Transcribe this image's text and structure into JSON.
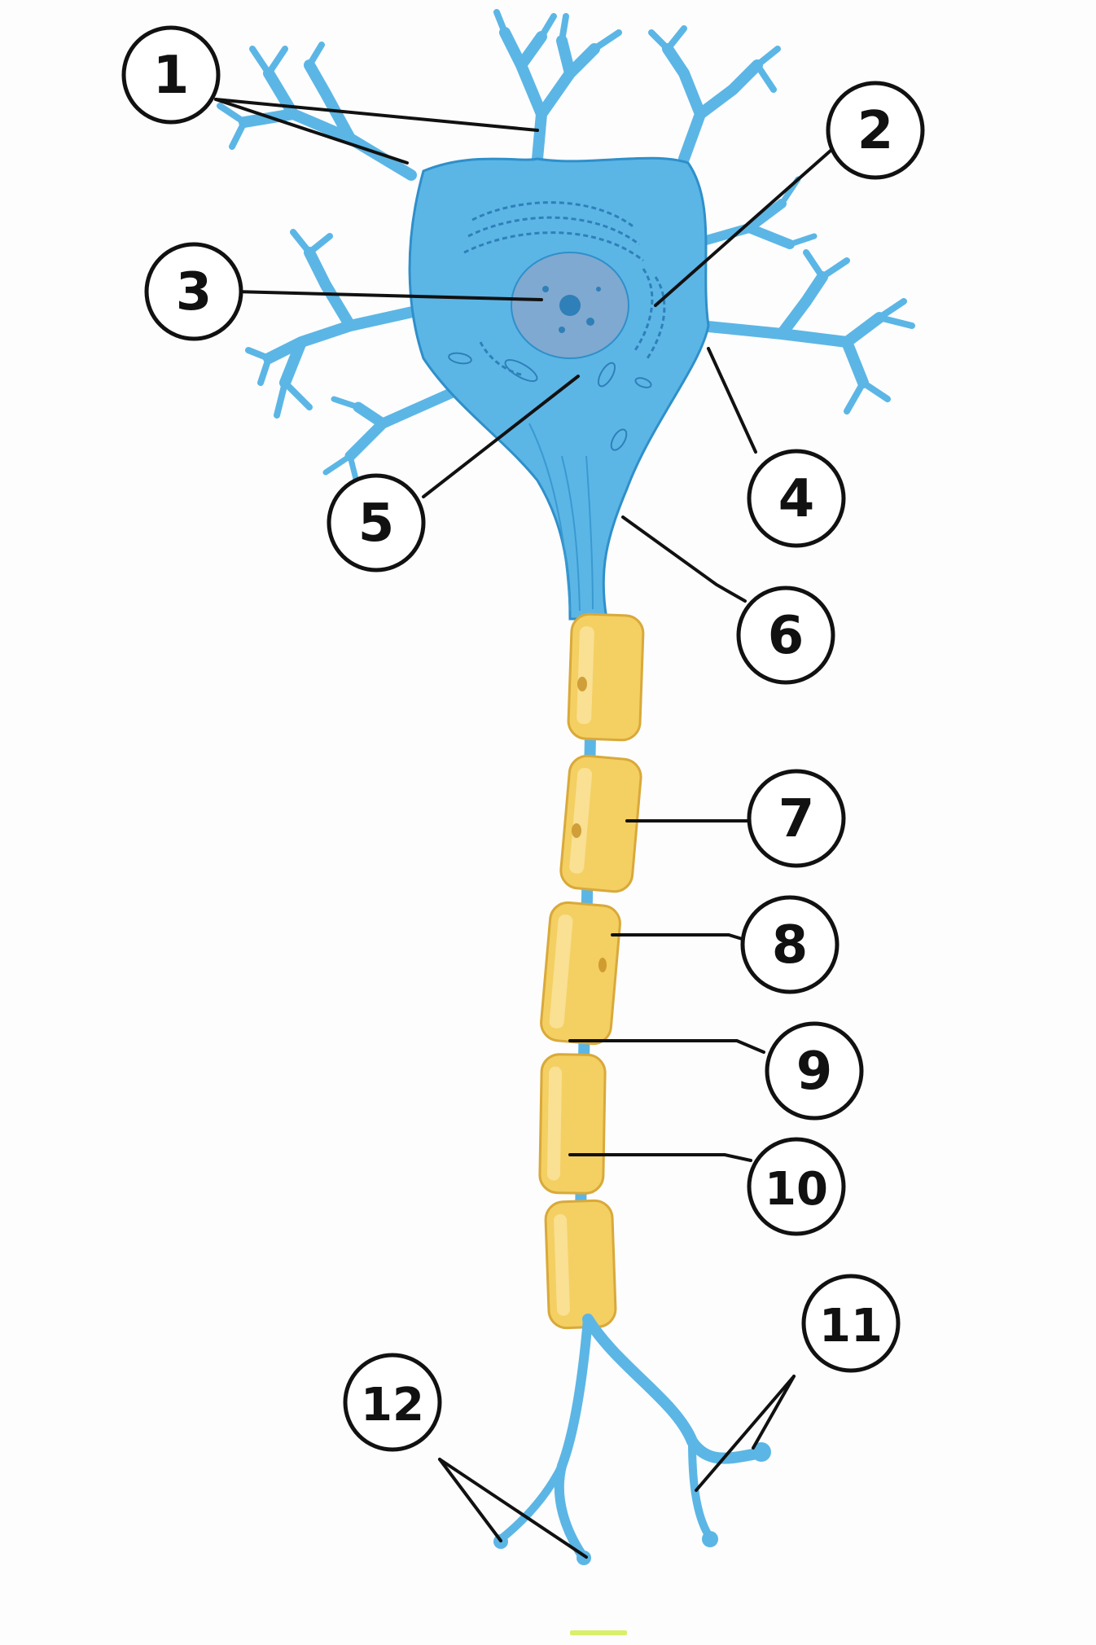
{
  "diagram": {
    "colors": {
      "neuron_fill": "#5bb6e6",
      "neuron_stroke": "#2f8fca",
      "neuron_dark": "#3a99d1",
      "nucleus_fill": "#7fa9d0",
      "organelle": "#2f7fb8",
      "myelin_fill": "#f4cf62",
      "myelin_stroke": "#d9a93a",
      "label_circle_fill": "#ffffff",
      "label_circle_stroke": "#111111",
      "leader_line": "#111111"
    },
    "labels": [
      {
        "id": "label-1",
        "text": "1"
      },
      {
        "id": "label-2",
        "text": "2"
      },
      {
        "id": "label-3",
        "text": "3"
      },
      {
        "id": "label-4",
        "text": "4"
      },
      {
        "id": "label-5",
        "text": "5"
      },
      {
        "id": "label-6",
        "text": "6"
      },
      {
        "id": "label-7",
        "text": "7"
      },
      {
        "id": "label-8",
        "text": "8"
      },
      {
        "id": "label-9",
        "text": "9"
      },
      {
        "id": "label-10",
        "text": "10"
      },
      {
        "id": "label-11",
        "text": "11"
      },
      {
        "id": "label-12",
        "text": "12"
      }
    ]
  }
}
